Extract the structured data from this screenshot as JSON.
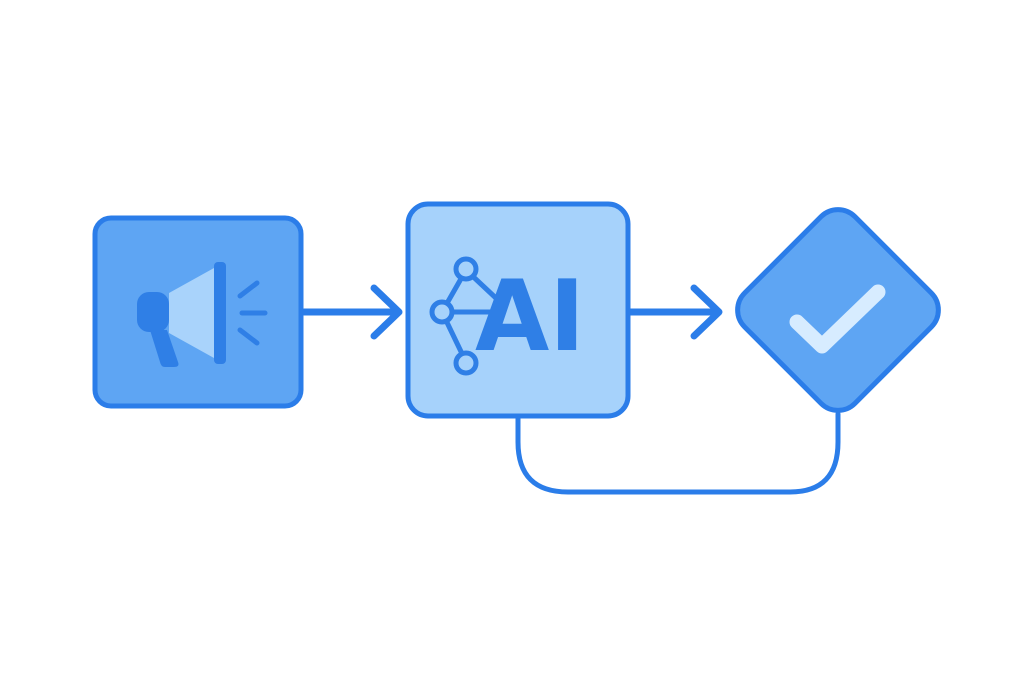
{
  "diagram": {
    "nodes": [
      {
        "id": "announce",
        "shape": "rounded-square",
        "icon": "megaphone-icon"
      },
      {
        "id": "ai",
        "shape": "rounded-square",
        "icon": "network-nodes-icon",
        "label": "AI"
      },
      {
        "id": "approve",
        "shape": "diamond",
        "icon": "checkmark-icon"
      }
    ],
    "edges": [
      {
        "from": "announce",
        "to": "ai",
        "type": "arrow"
      },
      {
        "from": "ai",
        "to": "approve",
        "type": "arrow"
      },
      {
        "from": "approve",
        "to": "ai",
        "type": "loop-connector"
      }
    ]
  },
  "colors": {
    "outline": "#2b7de9",
    "fill_dark": "#5ea5f3",
    "fill_light": "#a6d2fb",
    "icon_dark": "#2f7fe6",
    "check": "#d7ecff",
    "megaphone_horn": "#a9d3fb",
    "background": "#ffffff"
  }
}
